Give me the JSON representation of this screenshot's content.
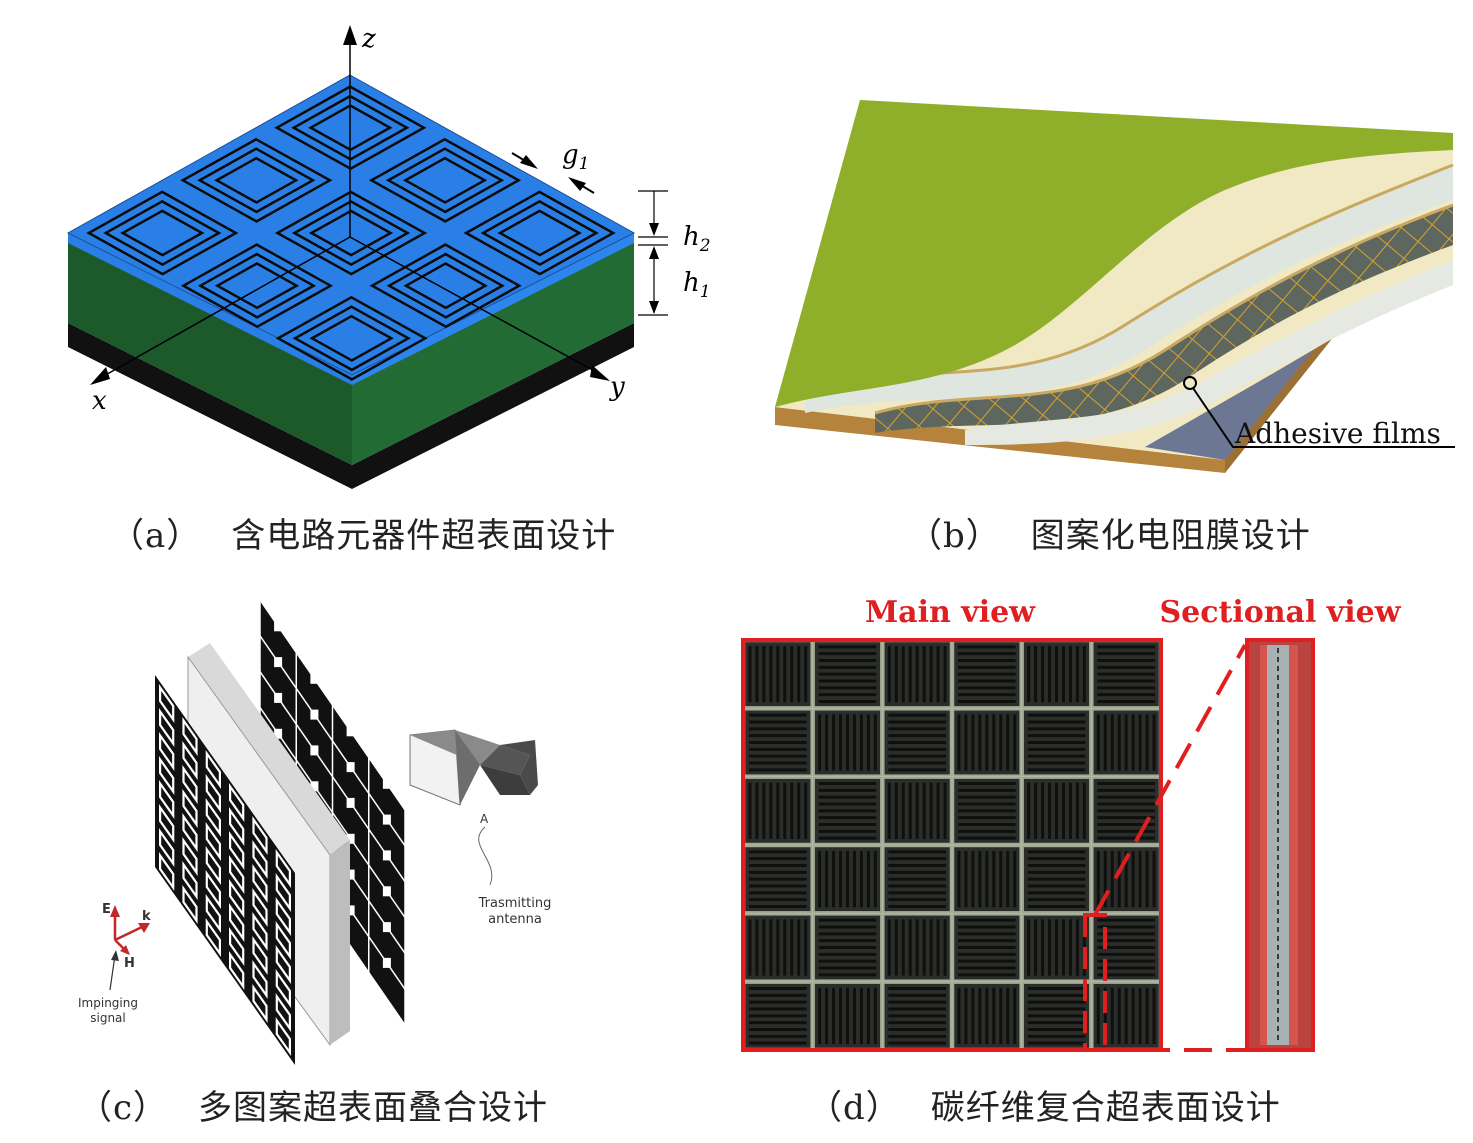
{
  "panel_a": {
    "axis_z": "z",
    "axis_x": "x",
    "axis_y": "y",
    "label_g": "g",
    "label_g_sub": "1",
    "label_h2": "h",
    "label_h2_sub": "2",
    "label_h1": "h",
    "label_h1_sub": "1",
    "caption_tag": "（a）",
    "caption_text": "含电路元器件超表面设计",
    "colors": {
      "top": "#2a7fe6",
      "side": "#1f5c2e",
      "base": "#111111"
    }
  },
  "panel_b": {
    "label": "Adhesive films",
    "caption_tag": "（b）",
    "caption_text": "图案化电阻膜设计",
    "colors": {
      "grass": "#8fae2a",
      "sand": "#f1e9c4",
      "slate": "#6e7a96"
    }
  },
  "panel_c": {
    "label_E": "E",
    "label_k": "k",
    "label_H": "H",
    "impinging_line1": "Impinging",
    "impinging_line2": "signal",
    "antenna_line1": "Trasmitting",
    "antenna_line2": "antenna",
    "antenna_mark": "A",
    "caption_tag": "（c）",
    "caption_text": "多图案超表面叠合设计",
    "colors": {
      "vector": "#c0282a"
    }
  },
  "panel_d": {
    "main_view": "Main view",
    "sectional_view": "Sectional view",
    "caption_tag": "（d）",
    "caption_text": "碳纤维复合超表面设计",
    "colors": {
      "frame": "#e02020",
      "fabric": "#2b2d2a",
      "thread": "#c9d3b8"
    }
  }
}
